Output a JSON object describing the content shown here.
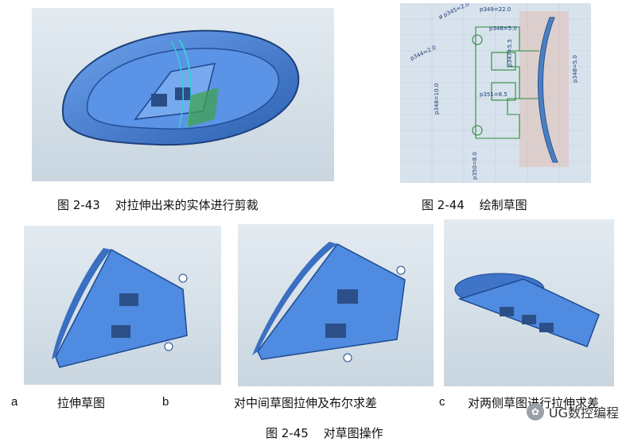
{
  "figures": {
    "fig_43": {
      "number": "图 2-43",
      "title": "对拉伸出来的实体进行剪裁"
    },
    "fig_44": {
      "number": "图 2-44",
      "title": "绘制草图",
      "dims": [
        "p349=22.0",
        "ø p345=2.0",
        "p344=2.0",
        "p346=5.0",
        "p347=5.5",
        "p348=5.0",
        "p348=10.0",
        "p351=8.5",
        "p350=8.0"
      ]
    },
    "fig_45": {
      "number": "图 2-45",
      "title": "对草图操作",
      "subfigs": [
        {
          "letter": "a",
          "label": "拉伸草图"
        },
        {
          "letter": "b",
          "label": "对中间草图拉伸及布尔求差"
        },
        {
          "letter": "c",
          "label": "对两侧草图进行拉伸求差"
        }
      ]
    }
  },
  "watermark": "UG数控编程",
  "colors": {
    "model_blue": "#4f8be0",
    "model_dark": "#2d5ea8",
    "grid_bg": "#d9e4ee",
    "sketch_green": "#2c8a3a"
  }
}
